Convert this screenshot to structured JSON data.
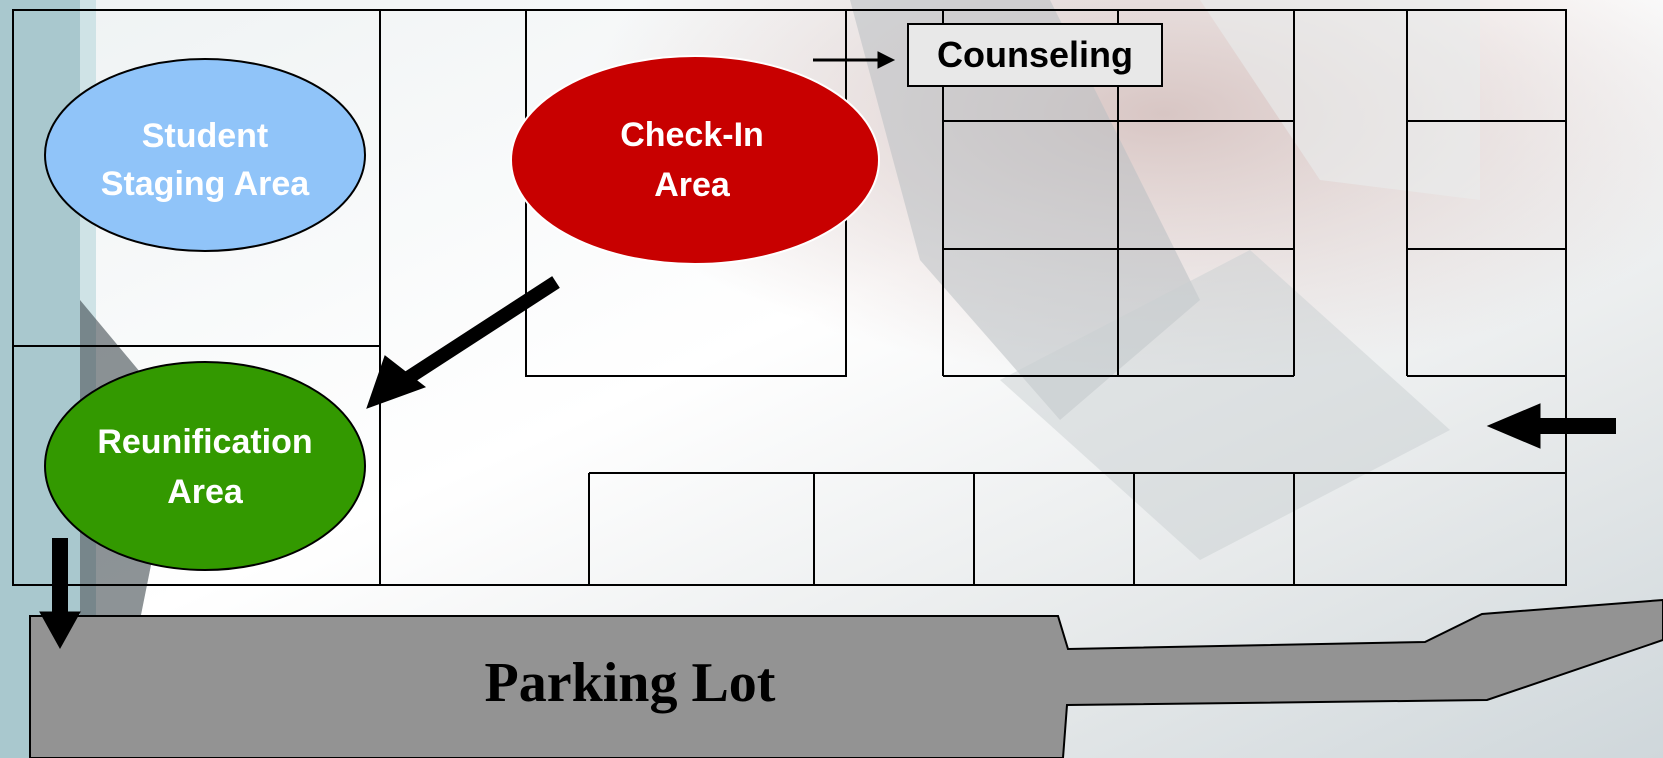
{
  "zones": {
    "student_staging": {
      "label": "Student\nStaging Area",
      "color": "#90c4f9"
    },
    "check_in": {
      "label": "Check-In\nArea",
      "color": "#c80000"
    },
    "reunification": {
      "label": "Reunification\nArea",
      "color": "#339900"
    },
    "counseling": {
      "label": "Counseling",
      "color": "#e8e8e8"
    }
  },
  "parking": {
    "label": "Parking Lot",
    "color": "#939393"
  },
  "palette": {
    "line": "#000000",
    "wall": "#000000"
  }
}
